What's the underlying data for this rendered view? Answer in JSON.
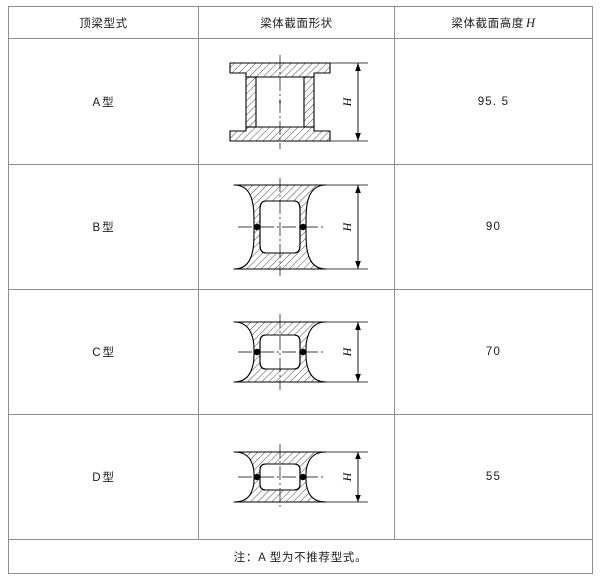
{
  "table": {
    "headers": [
      {
        "label": "顶梁型式",
        "var": ""
      },
      {
        "label": "梁体截面形状",
        "var": ""
      },
      {
        "label": "梁体截面高度",
        "var": "H"
      }
    ],
    "rows": [
      {
        "type_latin": "A",
        "type_suffix": "型",
        "figure": "beam-section-a-i-shape",
        "height": "95. 5"
      },
      {
        "type_latin": "B",
        "type_suffix": "型",
        "figure": "beam-section-b-rounded-box-tall",
        "height": "90"
      },
      {
        "type_latin": "C",
        "type_suffix": "型",
        "figure": "beam-section-c-rounded-box-medium",
        "height": "70"
      },
      {
        "type_latin": "D",
        "type_suffix": "型",
        "figure": "beam-section-d-rounded-box-short",
        "height": "55"
      }
    ],
    "note": "注：A 型为不推荐型式。"
  },
  "figure_labels": {
    "dimension_symbol": "H"
  },
  "colors": {
    "rule": "#8e8e8e",
    "frame": "#6f6f6f",
    "ink": "#1c1c1c",
    "line": "#000000"
  }
}
